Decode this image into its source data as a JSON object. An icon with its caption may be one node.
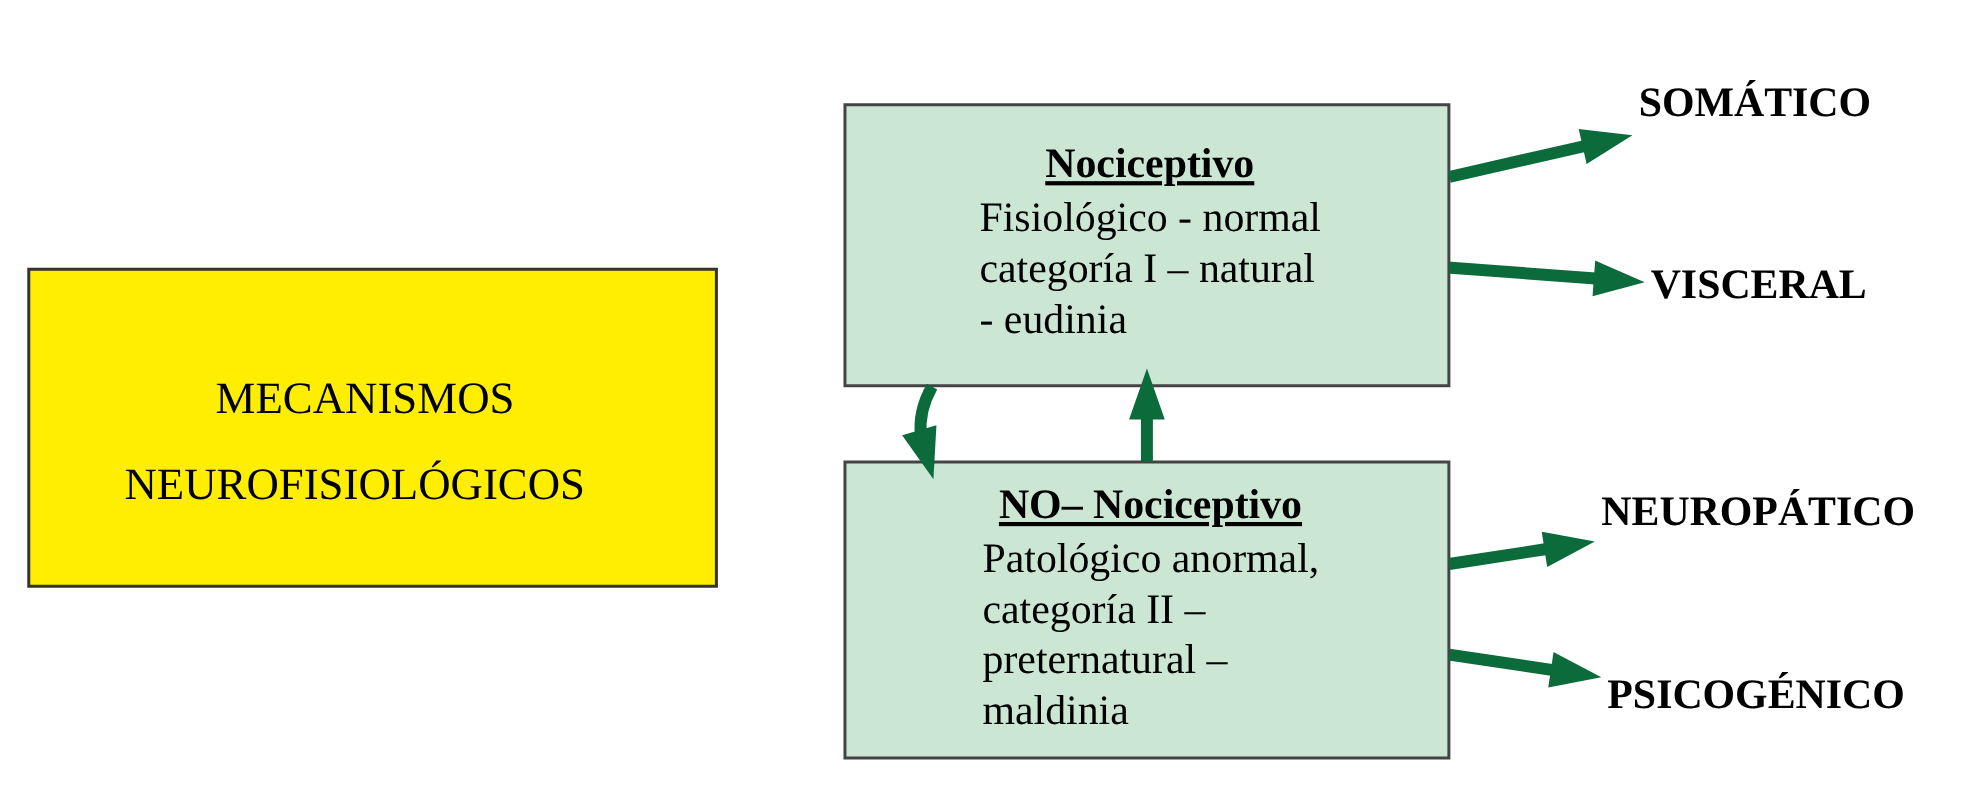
{
  "diagram": {
    "nodes": [
      {
        "text": [
          "MECANISMOS NEUROFISIOLÓGICOS"
        ]
      },
      {
        "text": [
          "Nociceptivo",
          "Fisiológico - normal categoría I – natural - eudinia"
        ]
      },
      {
        "text": [
          "NO– Nociceptivo",
          "Patológico anormal, categoría II – preternatural – maldinia"
        ]
      },
      {
        "text": [
          "SOMÁTICO"
        ]
      },
      {
        "text": [
          "VISCERAL"
        ]
      },
      {
        "text": [
          "NEUROPÁTICO"
        ]
      },
      {
        "text": [
          "PSICOGÉNICO"
        ]
      }
    ],
    "edges": [
      {
        "from": 1,
        "to": 3,
        "arrow": "to"
      },
      {
        "from": 1,
        "to": 4,
        "arrow": "to"
      },
      {
        "from": 2,
        "to": 5,
        "arrow": "to"
      },
      {
        "from": 2,
        "to": 6,
        "arrow": "to"
      },
      {
        "from": 2,
        "to": 1,
        "arrow": "to"
      },
      {
        "from": 1,
        "to": 2,
        "arrow": "to"
      }
    ]
  }
}
